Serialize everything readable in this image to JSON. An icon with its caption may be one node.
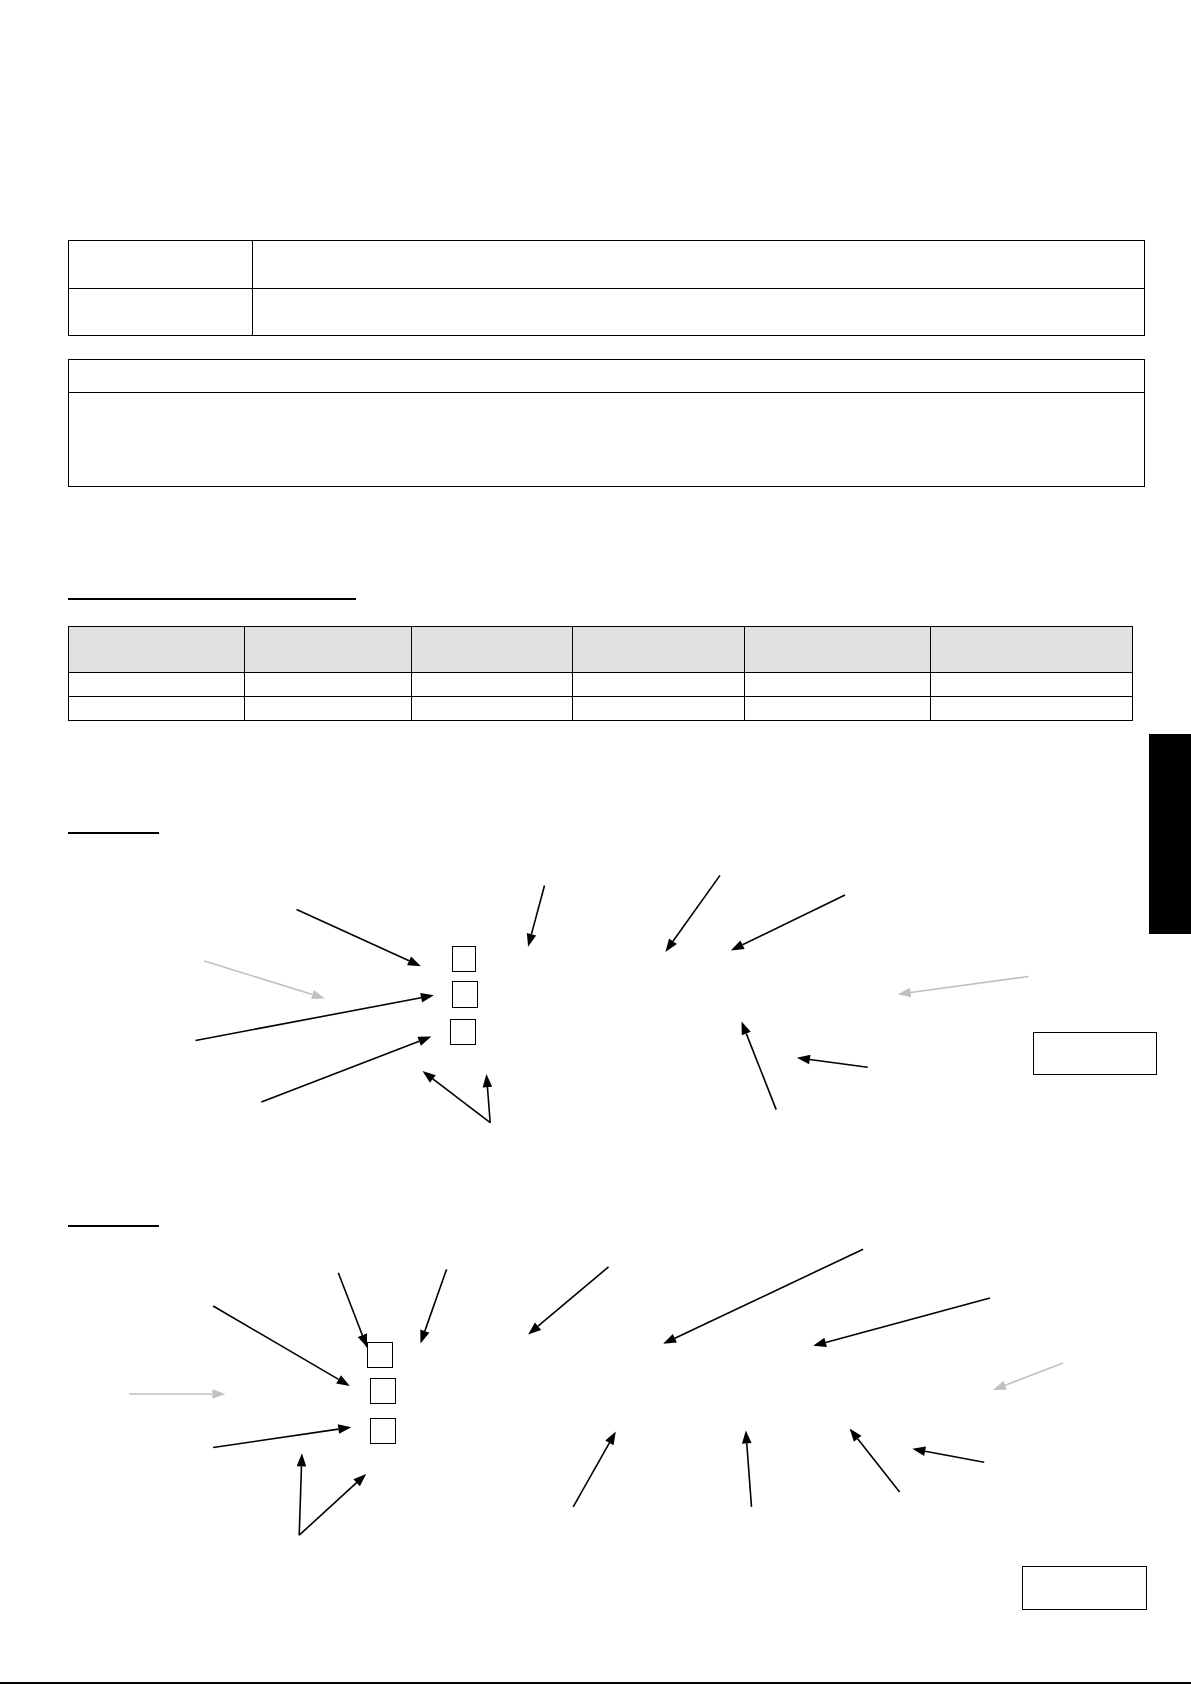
{
  "diagram": {
    "nodes": [
      {
        "text": [],
        "shape": "box"
      },
      {
        "text": [],
        "shape": "box"
      },
      {
        "text": [],
        "shape": "box"
      },
      {
        "text": [],
        "shape": "box"
      },
      {
        "text": [],
        "shape": "box"
      },
      {
        "text": [],
        "shape": "box"
      },
      {
        "text": [],
        "shape": "box"
      },
      {
        "text": [],
        "shape": "box"
      }
    ],
    "edges": [
      {
        "from": null,
        "to": 4,
        "arrow": "to"
      }
    ]
  }
}
